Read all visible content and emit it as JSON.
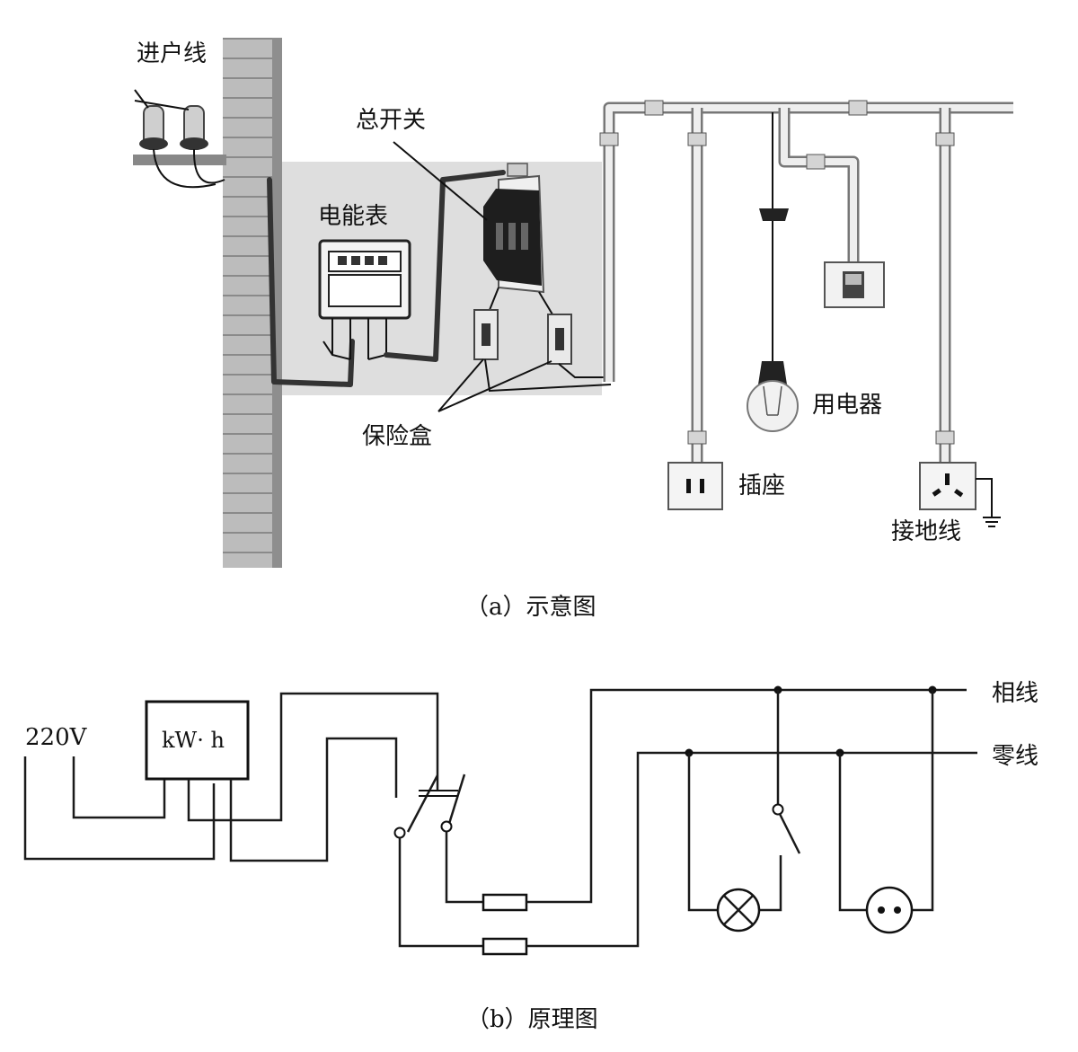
{
  "pictorial": {
    "caption": "（a）示意图",
    "labels": {
      "service_line": "进户线",
      "main_switch": "总开关",
      "energy_meter": "电能表",
      "fuse_box": "保险盒",
      "appliance": "用电器",
      "socket": "插座",
      "ground_wire": "接地线"
    }
  },
  "schematic": {
    "caption": "（b）原理图",
    "labels": {
      "supply_voltage": "220V",
      "meter_unit": "kW· h",
      "live_wire": "相线",
      "neutral_wire": "零线"
    }
  }
}
